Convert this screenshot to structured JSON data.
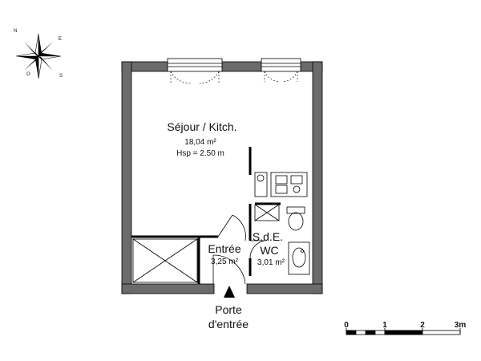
{
  "rooms": {
    "sejour": {
      "name": "Séjour / Kitch.",
      "area": "18,04 m²",
      "height": "Hsp = 2.50 m"
    },
    "entree": {
      "name": "Entrée",
      "area": "3,25 m²"
    },
    "sde": {
      "name_line1": "S.d.E.",
      "name_line2": "WC",
      "area": "3,01 m²"
    }
  },
  "entrance": {
    "line1": "Porte",
    "line2": "d'entrée"
  },
  "scale": {
    "ticks": [
      "0",
      "1",
      "2",
      "3m"
    ]
  },
  "compass": {
    "north": "N",
    "east": "E",
    "south": "S",
    "west": "O"
  },
  "colors": {
    "wall": "#6b6b6b",
    "wall_outline": "#000000",
    "fixture": "#000000"
  }
}
